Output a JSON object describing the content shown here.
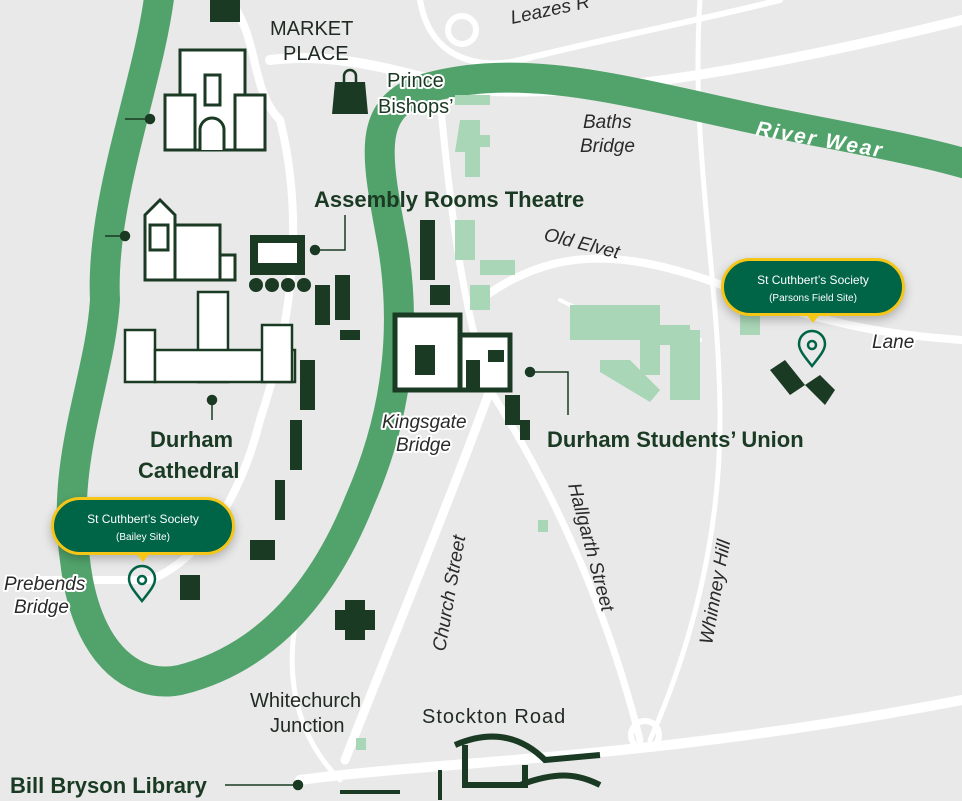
{
  "colors": {
    "background": "#e9e9e9",
    "river": "#52a36b",
    "dark_building": "#1a3a23",
    "light_building": "#a9d6b6",
    "callout": "#006446",
    "callout_border": "#f5c518"
  },
  "labels": {
    "market_place_1": "MARKET",
    "market_place_2": "PLACE",
    "prince_bishops_1": "Prince",
    "prince_bishops_2": "Bishops’",
    "leazes": "Leazes R",
    "baths_bridge_1": "Baths",
    "baths_bridge_2": "Bridge",
    "river_wear": "River Wear",
    "assembly_rooms": "Assembly Rooms Theatre",
    "old_elvet": "Old Elvet",
    "lane": "Lane",
    "kingsgate_1": "Kingsgate",
    "kingsgate_2": "Bridge",
    "students_union": "Durham Students’ Union",
    "durham_cathedral_1": "Durham",
    "durham_cathedral_2": "Cathedral",
    "prebends_1": "Prebends",
    "prebends_2": "Bridge",
    "church_street": "Church Street",
    "hallgarth_street": "Hallgarth Street",
    "whinney_hill": "Whinney Hill",
    "whitechurch_1": "Whitechurch",
    "whitechurch_2": "Junction",
    "stockton_road": "Stockton Road",
    "bill_bryson": "Bill Bryson Library"
  },
  "callouts": [
    {
      "title": "St Cuthbert’s Society",
      "subtitle": "(Parsons Field Site)",
      "icon": "map-pin-icon"
    },
    {
      "title": "St Cuthbert’s Society",
      "subtitle": "(Bailey Site)",
      "icon": "map-pin-icon"
    }
  ]
}
